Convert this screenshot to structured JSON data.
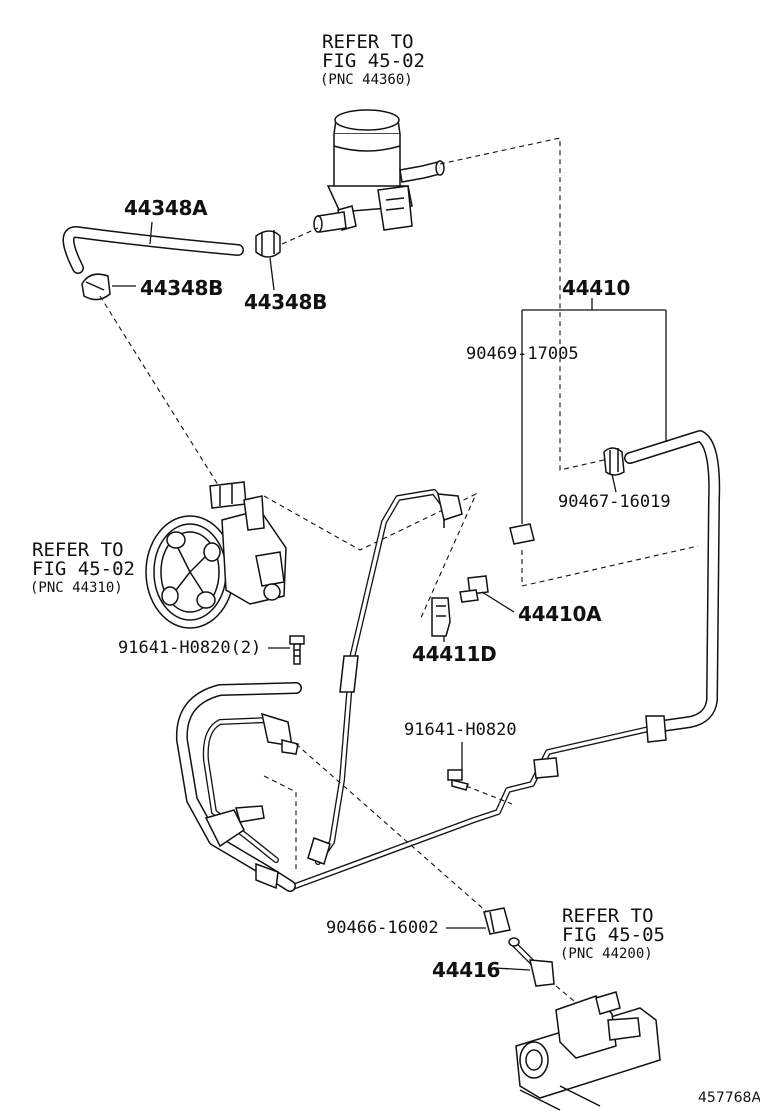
{
  "references": [
    {
      "line1": "REFER TO",
      "line2": "FIG 45-02",
      "line3": "(PNC 44360)"
    },
    {
      "line1": "REFER TO",
      "line2": "FIG 45-02",
      "line3": "(PNC 44310)"
    },
    {
      "line1": "REFER TO",
      "line2": "FIG 45-05",
      "line3": "(PNC 44200)"
    }
  ],
  "part_labels": {
    "hose_upper": "44348A",
    "clamp_left": "44348B",
    "clamp_right": "44348B",
    "return_tube": "44410",
    "clip_a": "90469-17005",
    "clamp_b": "90467-16019",
    "bolt_a": "44410A",
    "bracket_d": "44411D",
    "bolt_pump": "91641-H0820(2)",
    "bolt_single": "91641-H0820",
    "clamp_c": "90466-16002",
    "pressure_tube": "44416"
  },
  "diagram_id": "457768A"
}
